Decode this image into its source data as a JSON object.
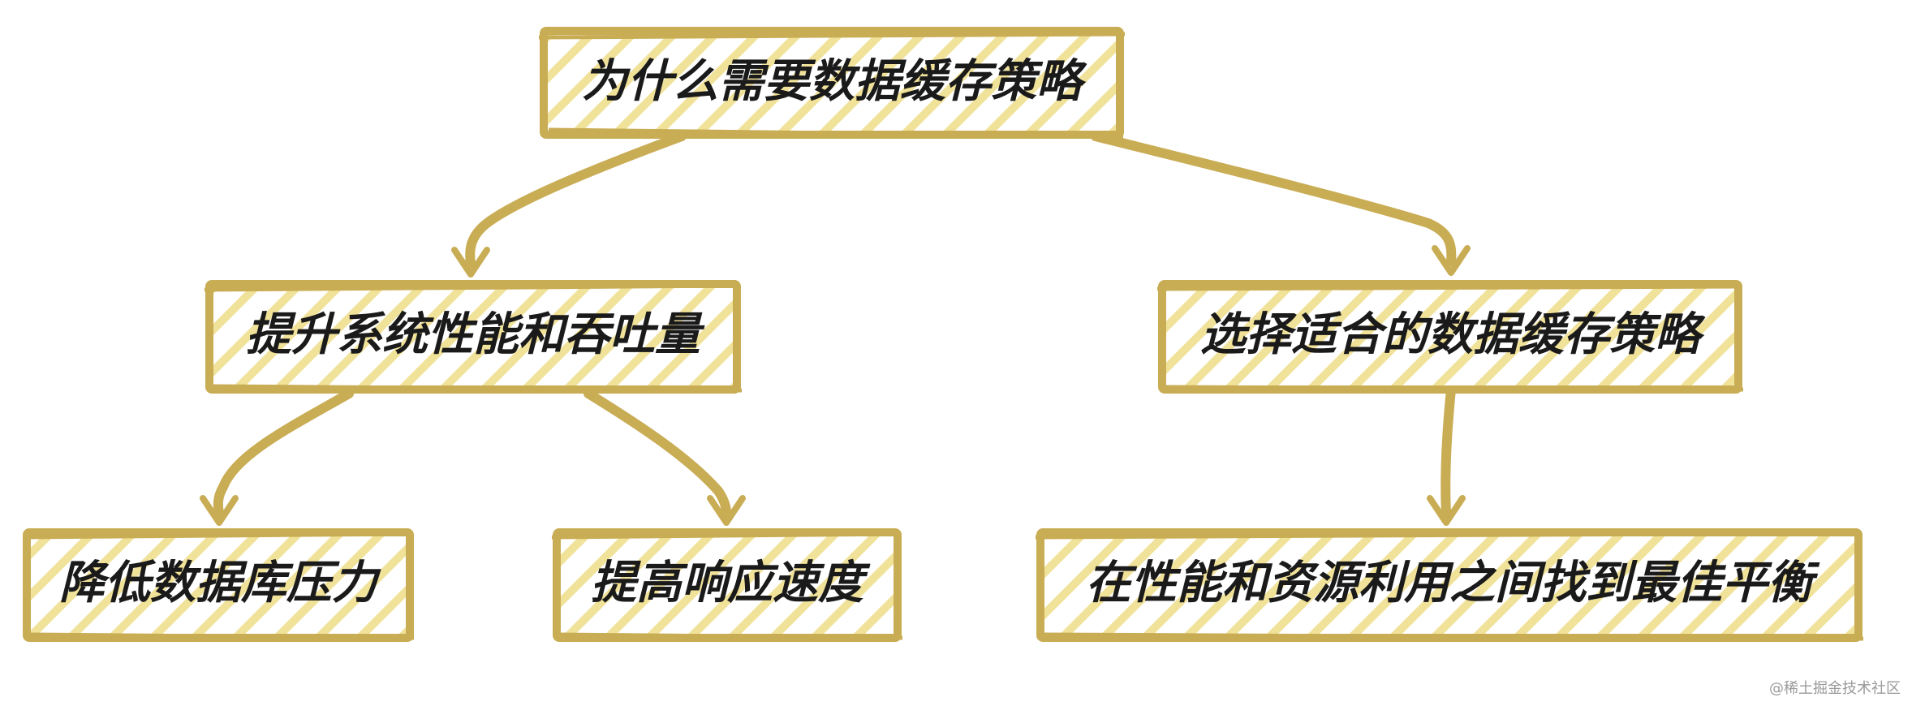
{
  "colors": {
    "border": "#c9ad55",
    "hatch": "#f1e29a",
    "text": "#1a1a1a",
    "background": "#ffffff"
  },
  "nodes": {
    "root": "为什么需要数据缓存策略",
    "performance": "提升系统性能和吞吐量",
    "choose": "选择适合的数据缓存策略",
    "reduce_db": "降低数据库压力",
    "response": "提高响应速度",
    "balance": "在性能和资源利用之间找到最佳平衡"
  },
  "watermark": "@稀土掘金技术社区"
}
